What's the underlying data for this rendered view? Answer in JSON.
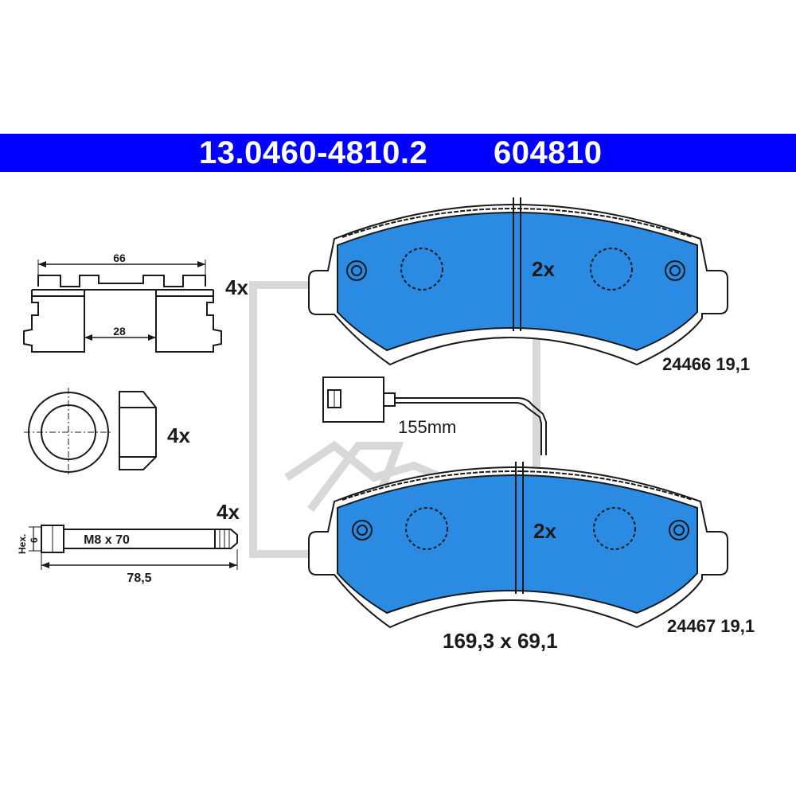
{
  "header": {
    "part_number": "13.0460-4810.2",
    "article_number": "604810"
  },
  "pads": [
    {
      "quantity": "2x",
      "code": "24466 19,1"
    },
    {
      "quantity": "2x",
      "code": "24467 19,1"
    }
  ],
  "pad_dimensions": "169,3 x 69,1",
  "wear_sensor": {
    "length": "155mm"
  },
  "clip": {
    "quantity": "4x",
    "width_outer": "66",
    "width_inner": "28"
  },
  "bushing": {
    "quantity": "4x"
  },
  "bolt": {
    "quantity": "4x",
    "thread": "M8 x 70",
    "length": "78,5",
    "hex_label": "Hex.",
    "hex_size": "6"
  },
  "colors": {
    "banner": "#0000ff",
    "pad_blue": "#2b8ae2",
    "line": "#1a1a1a",
    "watermark": "#d8d8d8"
  },
  "icons": [
    "brake-pad",
    "wear-sensor",
    "anti-rattle-clip",
    "guide-bushing",
    "guide-bolt",
    "ate-logo-watermark"
  ]
}
